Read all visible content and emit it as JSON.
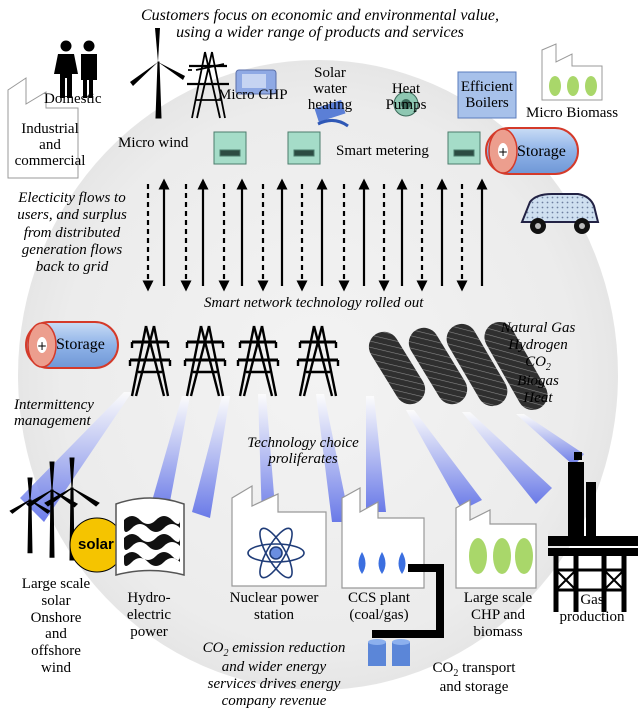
{
  "header": {
    "line1": "Customers focus on economic and environmental value,",
    "line2": "using a wider range of products and services"
  },
  "top_labels": {
    "domestic": "Domestic",
    "industrial": [
      "Industrial",
      "and",
      "commercial"
    ],
    "micro_wind": "Micro wind",
    "micro_chp": "Micro CHP",
    "solar_water": [
      "Solar",
      "water",
      "heating"
    ],
    "heat_pumps": [
      "Heat",
      "Pumps"
    ],
    "efficient_boilers": [
      "Efficient",
      "Boilers"
    ],
    "micro_biomass": "Micro Biomass",
    "smart_metering": "Smart metering",
    "storage_top": "Storage"
  },
  "flow_note": [
    "Electicity flows to",
    "users, and surplus",
    "from distributed",
    "generation flows",
    "back to grid"
  ],
  "network": "Smart network technology rolled out",
  "mid": {
    "storage": "Storage",
    "fuels": [
      "Natural Gas",
      "Hydrogen",
      "CO",
      "Biogas",
      "Heat"
    ],
    "intermittency": [
      "Intermittency",
      "management"
    ],
    "tech_choice": [
      "Technology choice",
      "proliferates"
    ]
  },
  "bottom_labels": {
    "solar_badge": "solar",
    "large_scale": [
      "Large scale",
      "solar",
      "Onshore",
      "and",
      "offshore",
      "wind"
    ],
    "hydro": [
      "Hydro-",
      "electric",
      "power"
    ],
    "nuclear": [
      "Nuclear power",
      "station"
    ],
    "ccs": [
      "CCS plant",
      "(coal/gas)"
    ],
    "chp": [
      "Large scale",
      "CHP and",
      "biomass"
    ],
    "gas": [
      "Gas",
      "production"
    ],
    "co2_revenue": [
      "CO",
      " emission reduction",
      "and wider energy",
      "services drives energy",
      "company revenue"
    ],
    "co2_transport": [
      "CO",
      " transport",
      "and storage"
    ]
  },
  "subscript_2": "2",
  "colors": {
    "beam": "#4a5ee6",
    "storage_fill": "#8fb3e8",
    "storage_cap": "#ec9e8e",
    "storage_edge": "#d43a2a",
    "device_green": "#a5dcc8",
    "leaf_green": "#a9d76a",
    "circle_bg": "#ececec"
  },
  "icons": [
    "man-woman-icon",
    "wind-turbine-icon",
    "pylon-icon",
    "factory-icon",
    "meter-icon",
    "solar-panel-icon",
    "heat-pump-icon",
    "boiler-icon",
    "leaf-icon",
    "battery-icon",
    "car-icon",
    "gas-pipe-icon",
    "atom-icon",
    "flame-icon",
    "barrel-icon",
    "gas-rig-icon",
    "wave-icon"
  ]
}
